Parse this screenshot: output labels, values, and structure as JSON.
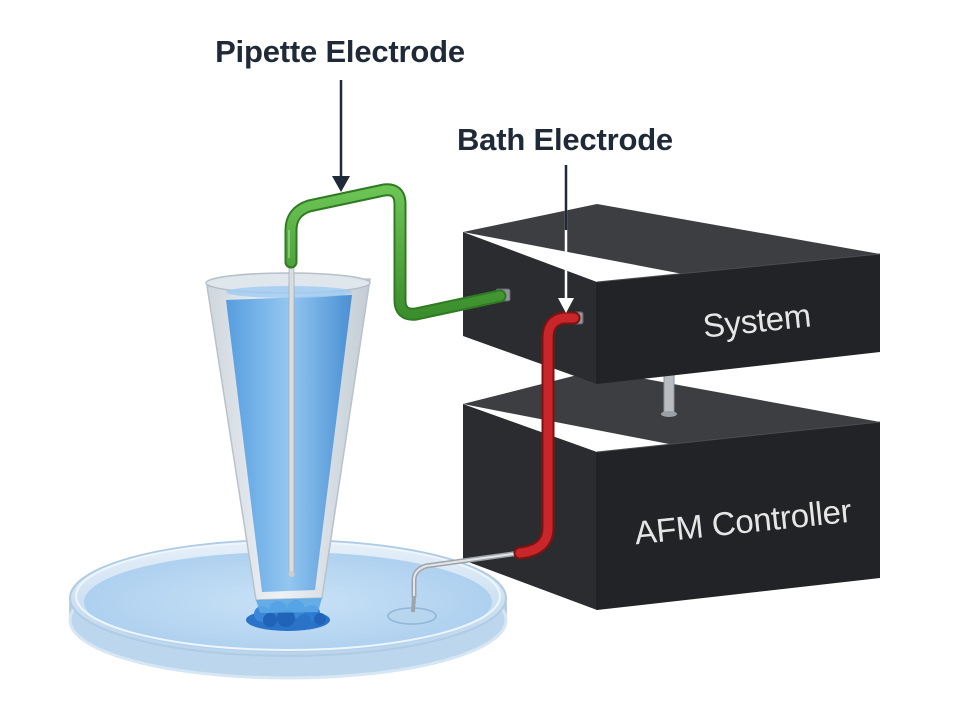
{
  "labels": {
    "pipette_electrode": "Pipette Electrode",
    "bath_electrode": "Bath Electrode",
    "system": "System",
    "afm_controller": "AFM Controller"
  },
  "colors": {
    "callout_text": "#1f2937",
    "box_top": "#3c3e41",
    "box_front": "#2b2c2f",
    "box_side": "#222326",
    "box_text": "#e6e6e6",
    "pipette_wire": "#4aa23a",
    "bath_wire": "#b51f1f",
    "solution": "#5aa7e6",
    "dish_glass": "#cfe3f3",
    "sample": "#2a73c9"
  }
}
